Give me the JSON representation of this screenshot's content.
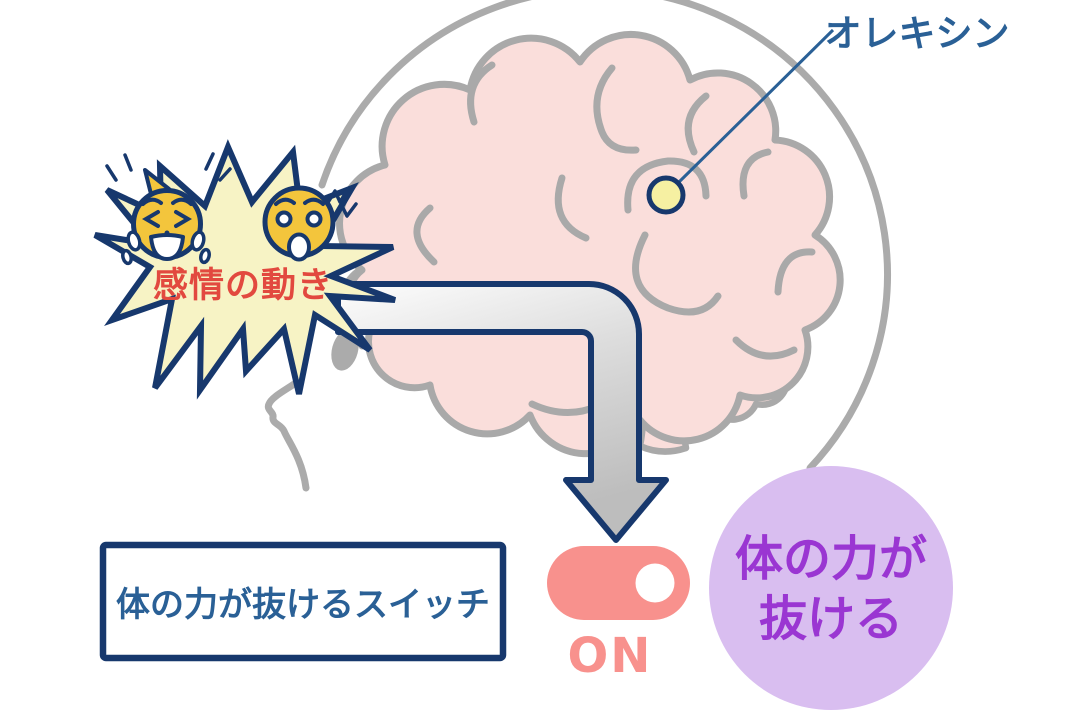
{
  "labels": {
    "orexin": "オレキシン",
    "emotion": "感情の動き",
    "switch_caption": "体の力が抜けるスイッチ",
    "switch_state": "ON",
    "result_line1": "体の力が",
    "result_line2": "抜ける"
  },
  "colors": {
    "navy": "#17386d",
    "steel_blue": "#2a6096",
    "red": "#e2493f",
    "star_fill": "#f7f3c5",
    "face_yellow": "#f3c53c",
    "brain_pink": "#fadedb",
    "gray_outline": "#ababab",
    "coral": "#f8918d",
    "bubble_purple": "#d9bef0",
    "purple_text": "#9a36d2",
    "orexin_dot": "#f6f0a2",
    "white": "#ffffff"
  },
  "icons": {
    "head_profile": "head-profile-icon",
    "brain": "brain-icon",
    "orexin_dot": "orexin-dot-icon",
    "arrow_down": "arrow-down-icon",
    "starburst": "starburst-icon",
    "laughing_face": "laughing-face-icon",
    "surprised_face": "surprised-face-icon",
    "toggle_switch": "toggle-switch-icon"
  }
}
